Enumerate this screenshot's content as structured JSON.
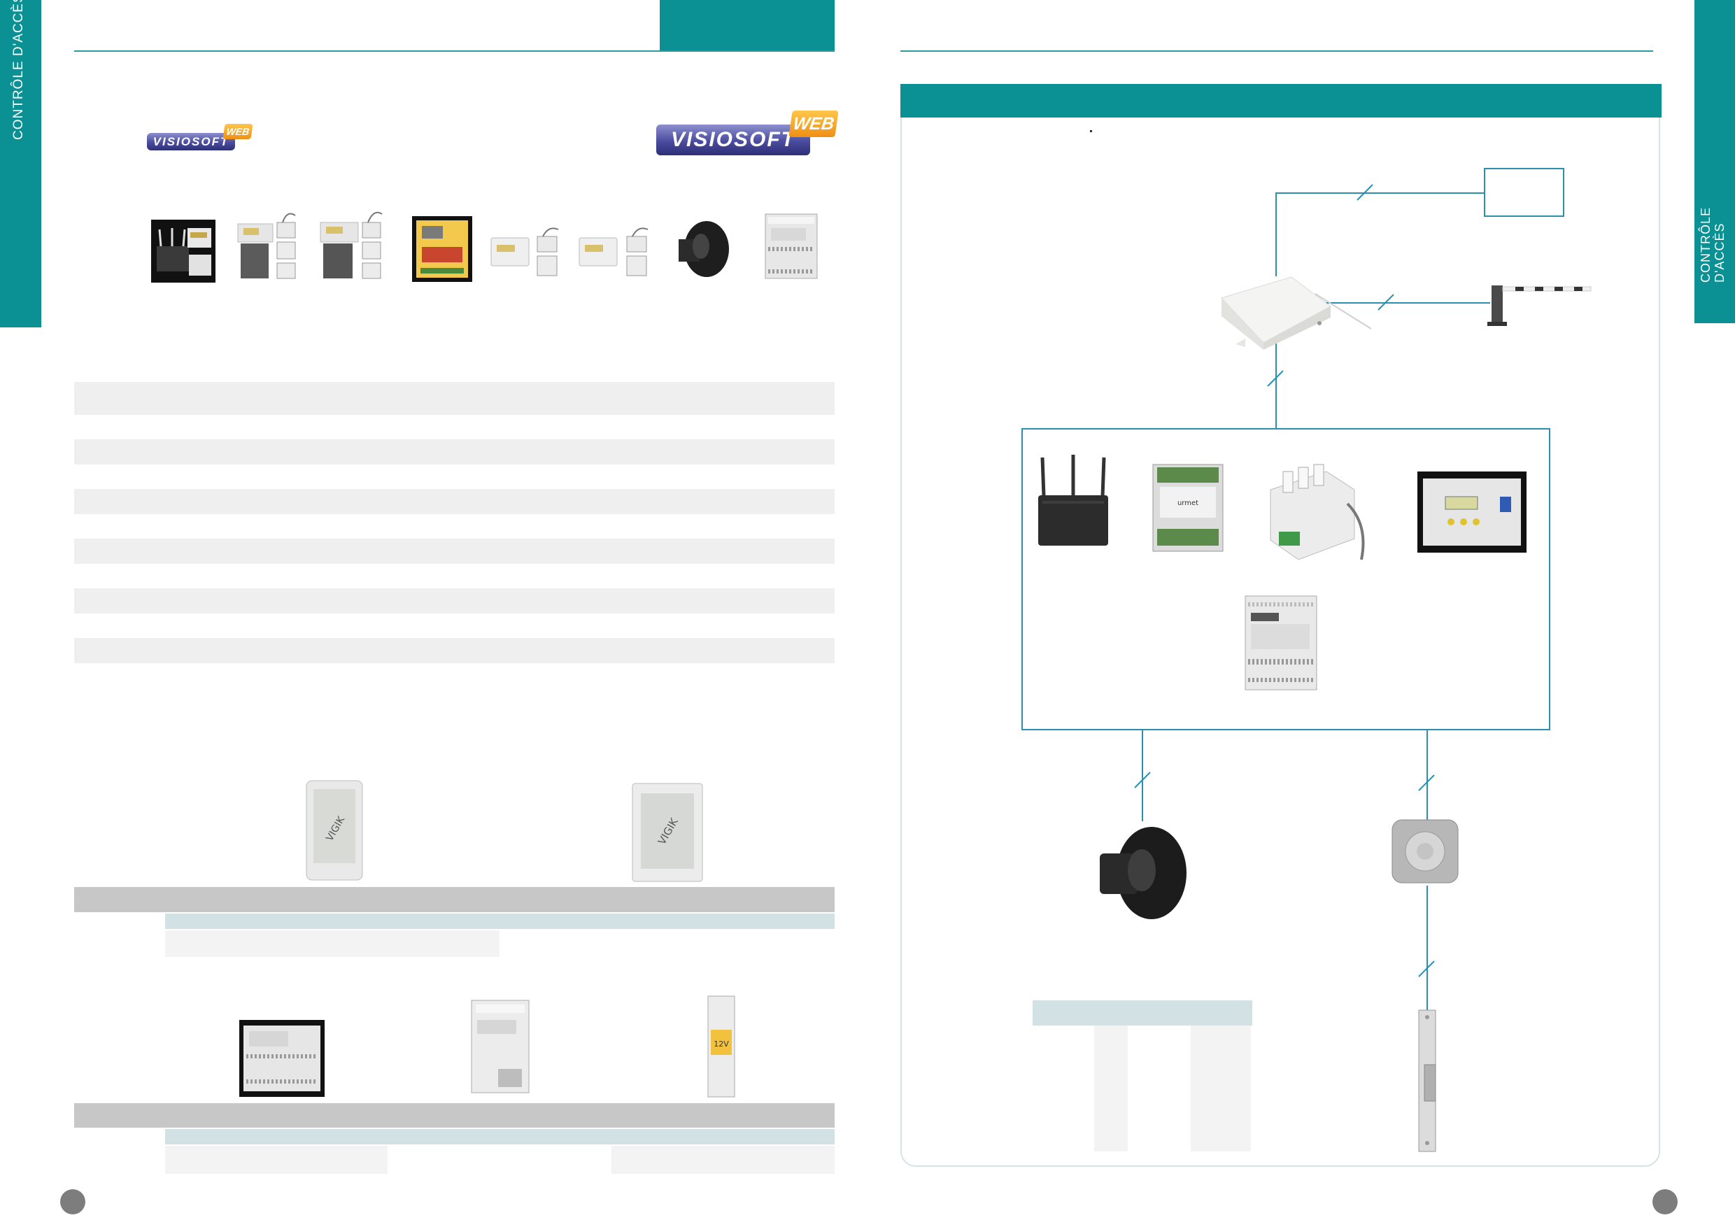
{
  "left_page": {
    "side_tab": {
      "label": "CONTRÔLE D'ACCÈS",
      "color": "#0b9094"
    },
    "logo_small": {
      "brand": "VISIOSOFT",
      "tag": "WEB"
    },
    "logo_large": {
      "brand": "VISIOSOFT",
      "tag": "WEB"
    }
  },
  "right_page": {
    "side_tab": {
      "label_line1": "CONTRÔLE",
      "label_line2": "D'ACCÈS",
      "color": "#0b9094"
    },
    "header_bar_color": "#0b9094",
    "wiring_line_color": "#2b8fb2"
  },
  "colors": {
    "teal": "#0b9094",
    "rule": "#2a9ca0",
    "light_band": "#efefef",
    "grey_band": "#c7c7c7",
    "blue_band": "#d2e2e4",
    "page_number_dot": "#7d7d7d"
  }
}
